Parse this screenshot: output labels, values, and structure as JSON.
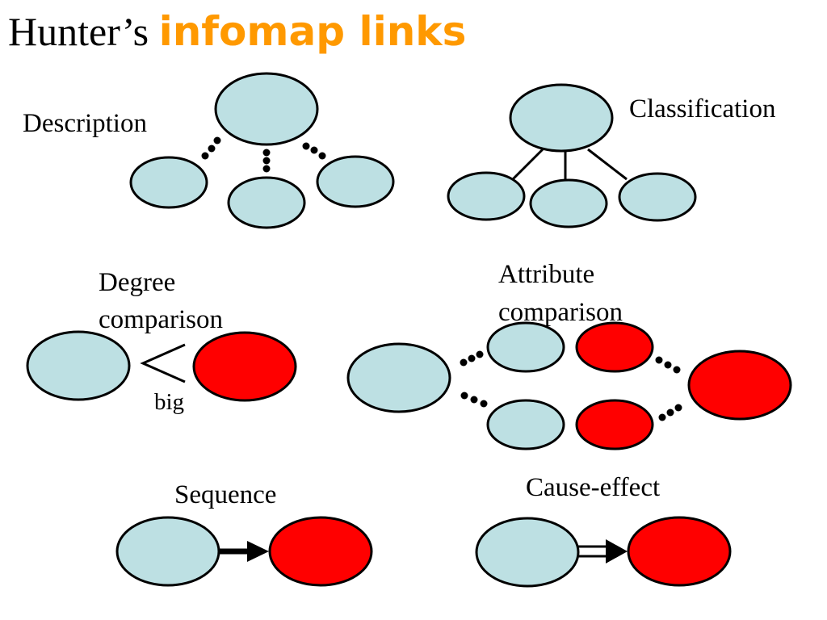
{
  "title": {
    "main": "Hunter’s ",
    "accent": "infomap links"
  },
  "colors": {
    "accent": "#ff9900",
    "node_blue": "#bde0e3",
    "node_red": "#ff0000",
    "outline": "#000000"
  },
  "labels": {
    "description": "Description",
    "classification": "Classification",
    "degree_line1": "Degree",
    "degree_line2": "comparison",
    "degree_marker": "big",
    "attribute_line1": "Attribute",
    "attribute_line2": "comparison",
    "sequence": "Sequence",
    "cause_effect": "Cause-effect"
  }
}
